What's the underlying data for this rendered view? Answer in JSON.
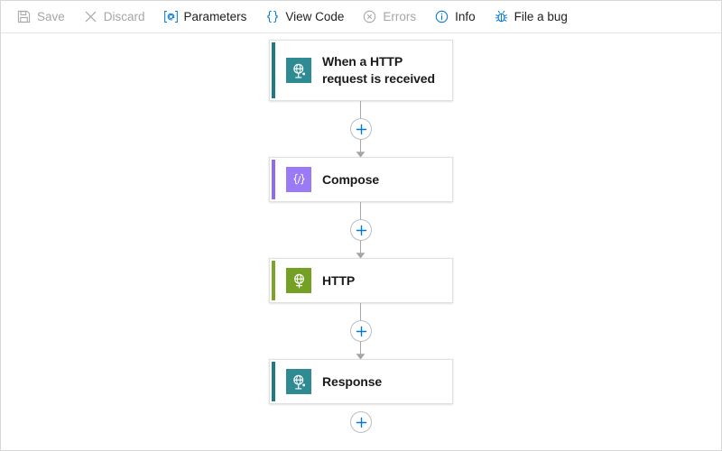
{
  "toolbar": {
    "items": [
      {
        "label": "Save",
        "icon": "save-icon",
        "enabled": false
      },
      {
        "label": "Discard",
        "icon": "close-x-icon",
        "enabled": false
      },
      {
        "label": "Parameters",
        "icon": "at-bracket-icon",
        "enabled": true
      },
      {
        "label": "View Code",
        "icon": "curly-braces-icon",
        "enabled": true
      },
      {
        "label": "Errors",
        "icon": "error-circle-icon",
        "enabled": false
      },
      {
        "label": "Info",
        "icon": "info-circle-icon",
        "enabled": true
      },
      {
        "label": "File a bug",
        "icon": "bug-icon",
        "enabled": true
      }
    ]
  },
  "colors": {
    "accent_blue": "#0078d4",
    "disabled_gray": "#a6a6a6",
    "text": "#201f1e",
    "teal": "#2e8b94",
    "purple": "#8c6cf0",
    "green": "#74a023",
    "connector_gray": "#a6a6a6"
  },
  "workflow": {
    "nodes": [
      {
        "title": "When a HTTP request is received",
        "icon": "http-request-trigger-icon",
        "accent": "#1f7a85",
        "tile": "#2e8b94",
        "size": "tall"
      },
      {
        "title": "Compose",
        "icon": "compose-braces-icon",
        "accent": "#8c6cf0",
        "tile": "#9b7bf5",
        "size": "short"
      },
      {
        "title": "HTTP",
        "icon": "http-globe-icon",
        "accent": "#7ba428",
        "tile": "#74a023",
        "size": "short"
      },
      {
        "title": "Response",
        "icon": "response-globe-icon",
        "accent": "#1f7a85",
        "tile": "#2e8b94",
        "size": "short"
      }
    ],
    "add_step_label": "+"
  }
}
